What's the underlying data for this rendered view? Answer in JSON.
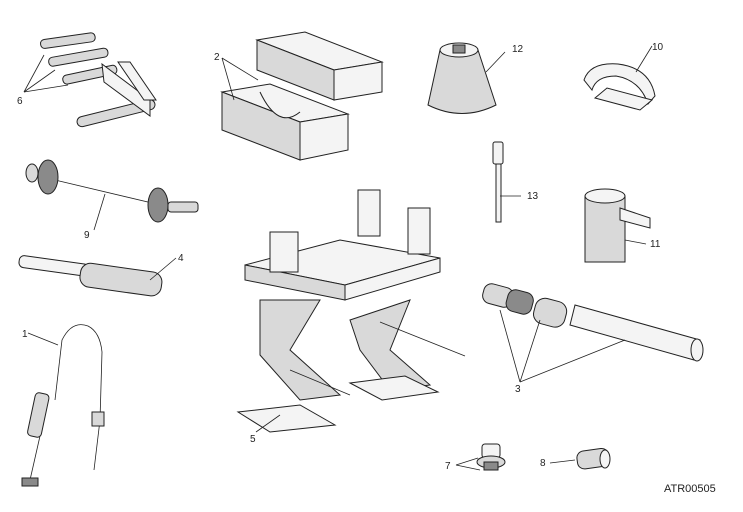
{
  "diagram": {
    "reference_code": "ATR00505",
    "callouts": [
      "1",
      "2",
      "3",
      "4",
      "5",
      "6",
      "7",
      "8",
      "9",
      "10",
      "11",
      "12",
      "13"
    ]
  }
}
